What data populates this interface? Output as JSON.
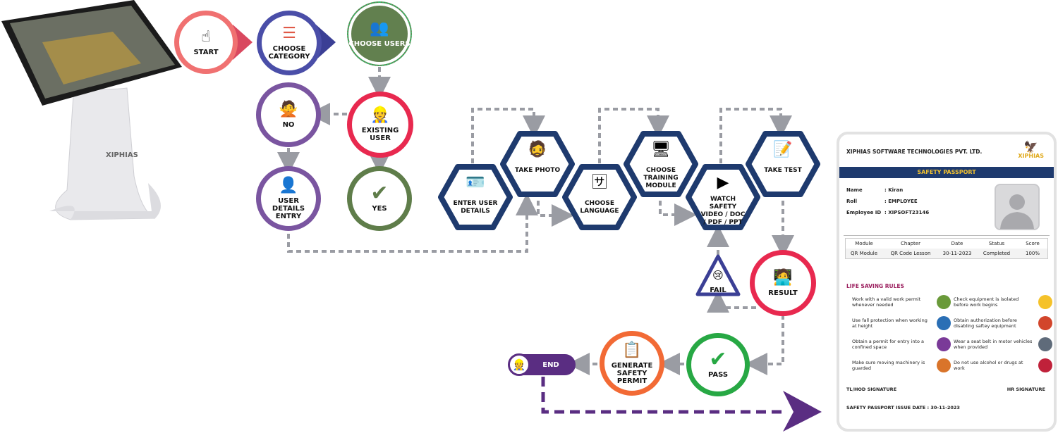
{
  "kiosk": {
    "brand": "XIPHIAS"
  },
  "nodes": {
    "start": "START",
    "choose_category": "CHOOSE CATEGORY",
    "choose_users": "CHOOSE USERS",
    "existing_user": "EXISTING USER",
    "no": "NO",
    "user_details_entry": "USER DETAILS ENTRY",
    "yes": "YES",
    "enter_user_details": "ENTER USER DETAILS",
    "take_photo": "TAKE PHOTO",
    "choose_language": "CHOOSE LANGUAGE",
    "choose_training_module": "CHOOSE TRAINING MODULE",
    "watch_safety": "WATCH SAFETY VIDEO / DOC / PDF / PPT",
    "take_test": "TAKE TEST",
    "fail": "FAIL",
    "result": "RESULT",
    "pass": "PASS",
    "generate_safety_permit": "GENERATE SAFETY PERMIT",
    "end": "END"
  },
  "colors": {
    "start": "#f07171",
    "category": "#4a4ea8",
    "users": "#62804f",
    "existing": "#e8294f",
    "purple": "#7a55a0",
    "hex": "#1e3a6e",
    "pass": "#27a844",
    "permit": "#f26a35",
    "end": "#5a2d82",
    "connector": "#9a9ca3"
  },
  "passport": {
    "company": "XIPHIAS SOFTWARE TECHNOLOGIES PVT. LTD.",
    "logo_text": "XIPHIAS",
    "title": "SAFETY PASSPORT",
    "fields": [
      {
        "label": "Name",
        "value": ": Kiran"
      },
      {
        "label": "Roll",
        "value": ": EMPLOYEE"
      },
      {
        "label": "Employee ID",
        "value": ": XIPSOFT23146"
      }
    ],
    "table": {
      "headers": [
        "Module",
        "Chapter",
        "Date",
        "Status",
        "Score"
      ],
      "row": [
        "QR Module",
        "QR Code Lesson",
        "30-11-2023",
        "Completed",
        "100%"
      ]
    },
    "rules_title": "LIFE SAVING RULES",
    "rules": [
      {
        "text": "Work with a valid work permit whenever needed",
        "color": "#6a9a3a"
      },
      {
        "text": "Check equipment is isolated before work begins",
        "color": "#f5c22a"
      },
      {
        "text": "Use fall protection when working at height",
        "color": "#2a6fb5"
      },
      {
        "text": "Obtain authorization before disabling saftey equipment",
        "color": "#d2452b"
      },
      {
        "text": "Obtain a permit for entry into a confined space",
        "color": "#7a3a98"
      },
      {
        "text": "Wear a seat belt in motor vehicles when provided",
        "color": "#5f6b7a"
      },
      {
        "text": "Make sure moving machinery is guarded",
        "color": "#d9742a"
      },
      {
        "text": "Do not use alcohol or drugs at work",
        "color": "#c0213a"
      }
    ],
    "tl_signature": "TL/HOD SIGNATURE",
    "hr_signature": "HR SIGNATURE",
    "issue_date": "SAFETY PASSPORT ISSUE DATE : 30-11-2023"
  }
}
